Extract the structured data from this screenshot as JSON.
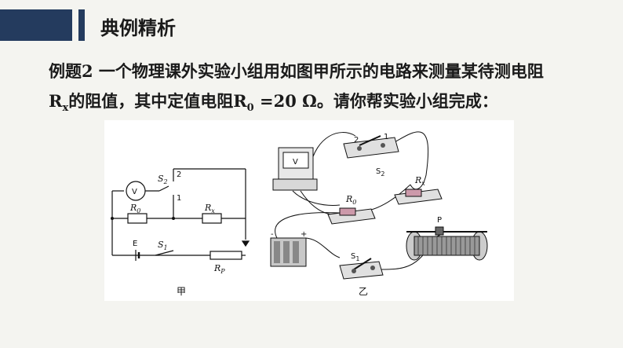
{
  "header": {
    "title": "典例精析"
  },
  "problem": {
    "line1": "例题2 一个物理课外实验小组用如图甲所示的电路来测量某待测电阻",
    "line2_a": "R",
    "line2_sub_x": "x",
    "line2_b": "的阻值，其中定值电阻R",
    "line2_sub_0": "0",
    "line2_c": " =20 Ω。请你帮实验小组完成："
  },
  "figure": {
    "circuit_a": {
      "caption": "甲",
      "voltmeter": "V",
      "switch2": "S",
      "switch2_sub": "2",
      "node2": "2",
      "node1": "1",
      "r0": "R",
      "r0_sub": "0",
      "rx": "R",
      "rx_sub": "x",
      "battery": "E",
      "switch1": "S",
      "switch1_sub": "1",
      "rp": "R",
      "rp_sub": "P"
    },
    "circuit_b": {
      "caption": "乙",
      "s2": "S",
      "s2_sub": "2",
      "rx": "R",
      "rx_sub": "x",
      "r0": "R",
      "r0_sub": "0",
      "s1": "S",
      "s1_sub": "1",
      "p": "P",
      "term2": "2",
      "term1": "1",
      "minus": "-",
      "plus": "+",
      "vmeter": "V"
    }
  }
}
